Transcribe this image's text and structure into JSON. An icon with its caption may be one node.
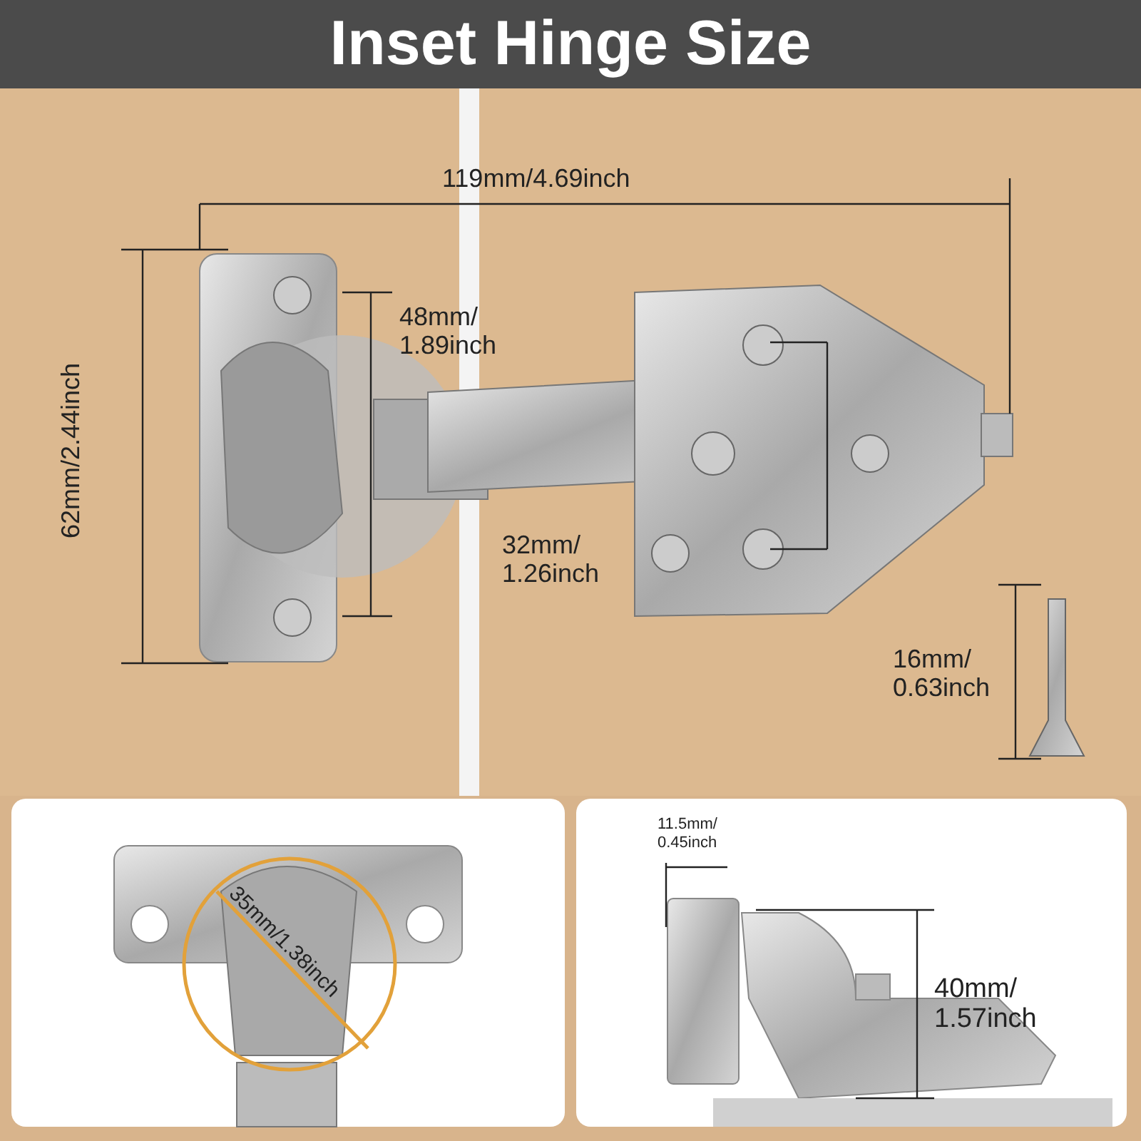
{
  "diagram": {
    "title": "Inset Hinge Size",
    "labels": [
      "119mm/4.69inch",
      "48mm/ 1.89inch",
      "62mm/2.44inch",
      "32mm/ 1.26inch",
      "16mm/ 0.63inch",
      "35mm/1.38inch",
      "11.5mm/ 0.45inch",
      "40mm/ 1.57inch"
    ]
  }
}
